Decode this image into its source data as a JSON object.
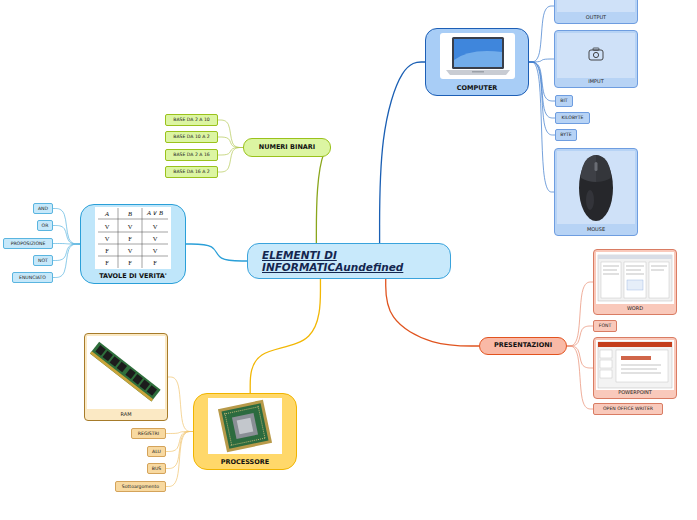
{
  "diagram": {
    "nodes": [
      {
        "text": [
          "ELEMENTI DI INFORMATICAundefined"
        ]
      },
      {
        "text": [
          "COMPUTER"
        ]
      },
      {
        "text": [
          "OUTPUT"
        ]
      },
      {
        "text": [
          "IMPUT"
        ]
      },
      {
        "text": [
          "BIT"
        ]
      },
      {
        "text": [
          "KILOBYTE"
        ]
      },
      {
        "text": [
          "BYTE"
        ]
      },
      {
        "text": [
          "MOUSE"
        ]
      },
      {
        "text": [
          "PRESENTAZIONI"
        ]
      },
      {
        "text": [
          "WORD"
        ]
      },
      {
        "text": [
          "FONT"
        ]
      },
      {
        "text": [
          "POWERPOINT"
        ]
      },
      {
        "text": [
          "OPEN OFFICE WRITER"
        ]
      },
      {
        "text": [
          "PROCESSORE"
        ]
      },
      {
        "text": [
          "RAM"
        ]
      },
      {
        "text": [
          "REGISTRI"
        ]
      },
      {
        "text": [
          "ALU"
        ]
      },
      {
        "text": [
          "BUS"
        ]
      },
      {
        "text": [
          "Sottoargomento"
        ]
      },
      {
        "text": [
          "TAVOLE DI VERITA'"
        ]
      },
      {
        "text": [
          "AND"
        ]
      },
      {
        "text": [
          "OR"
        ]
      },
      {
        "text": [
          "PROPOSIZIONE"
        ]
      },
      {
        "text": [
          "NOT"
        ]
      },
      {
        "text": [
          "ENUNCIATO"
        ]
      },
      {
        "text": [
          "NUMERI BINARI"
        ]
      },
      {
        "text": [
          "BASE DA 2 A 10"
        ]
      },
      {
        "text": [
          "BASE DA 10 A 2"
        ]
      },
      {
        "text": [
          "BASE DA 2 A 16"
        ]
      },
      {
        "text": [
          "BASE DA 16 A 2"
        ]
      }
    ],
    "edges": [
      {
        "from": 0,
        "to": 1,
        "arrow": "none"
      },
      {
        "from": 0,
        "to": 8,
        "arrow": "none"
      },
      {
        "from": 0,
        "to": 13,
        "arrow": "none"
      },
      {
        "from": 0,
        "to": 19,
        "arrow": "none"
      },
      {
        "from": 0,
        "to": 25,
        "arrow": "none"
      },
      {
        "from": 1,
        "to": 2,
        "arrow": "none"
      },
      {
        "from": 1,
        "to": 3,
        "arrow": "none"
      },
      {
        "from": 1,
        "to": 4,
        "arrow": "none"
      },
      {
        "from": 1,
        "to": 5,
        "arrow": "none"
      },
      {
        "from": 1,
        "to": 6,
        "arrow": "none"
      },
      {
        "from": 1,
        "to": 7,
        "arrow": "none"
      },
      {
        "from": 8,
        "to": 9,
        "arrow": "none"
      },
      {
        "from": 8,
        "to": 10,
        "arrow": "none"
      },
      {
        "from": 8,
        "to": 11,
        "arrow": "none"
      },
      {
        "from": 8,
        "to": 12,
        "arrow": "none"
      },
      {
        "from": 13,
        "to": 14,
        "arrow": "none"
      },
      {
        "from": 13,
        "to": 15,
        "arrow": "none"
      },
      {
        "from": 13,
        "to": 16,
        "arrow": "none"
      },
      {
        "from": 13,
        "to": 17,
        "arrow": "none"
      },
      {
        "from": 13,
        "to": 18,
        "arrow": "none"
      },
      {
        "from": 19,
        "to": 20,
        "arrow": "none"
      },
      {
        "from": 19,
        "to": 21,
        "arrow": "none"
      },
      {
        "from": 19,
        "to": 22,
        "arrow": "none"
      },
      {
        "from": 19,
        "to": 23,
        "arrow": "none"
      },
      {
        "from": 19,
        "to": 24,
        "arrow": "none"
      },
      {
        "from": 25,
        "to": 26,
        "arrow": "none"
      },
      {
        "from": 25,
        "to": 27,
        "arrow": "none"
      },
      {
        "from": 25,
        "to": 28,
        "arrow": "none"
      },
      {
        "from": 25,
        "to": 29,
        "arrow": "none"
      }
    ],
    "labels": [
      "A",
      "B",
      "A ∨ B",
      "V",
      "V",
      "V",
      "V",
      "F",
      "V",
      "F",
      "V",
      "V",
      "F",
      "F",
      "F"
    ]
  }
}
